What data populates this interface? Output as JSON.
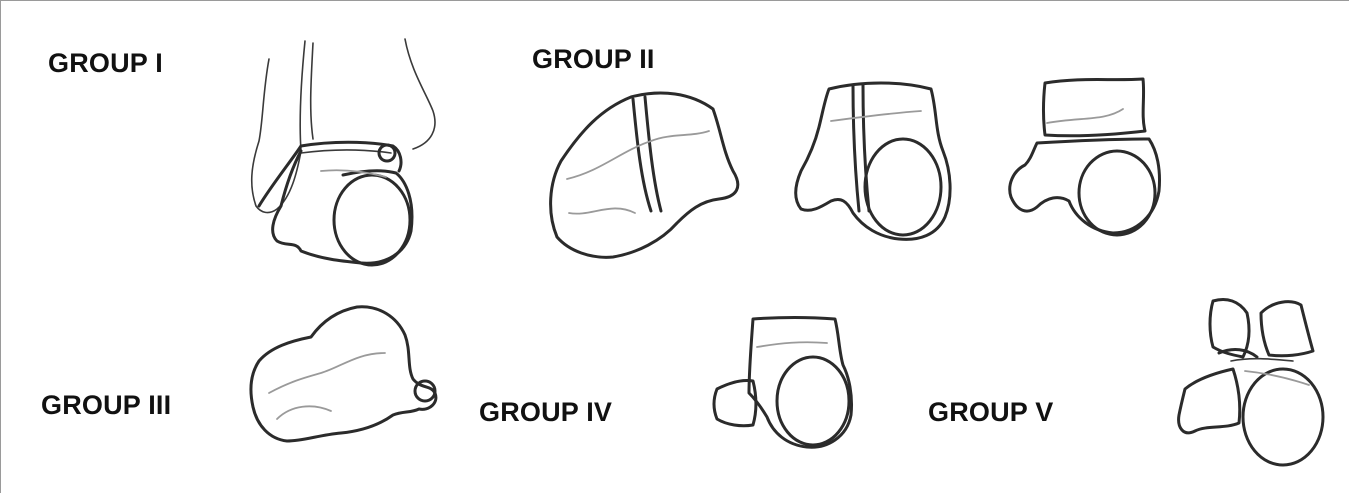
{
  "groups": [
    {
      "label": "GROUP I"
    },
    {
      "label": "GROUP II"
    },
    {
      "label": "GROUP III"
    },
    {
      "label": "GROUP IV"
    },
    {
      "label": "GROUP V"
    }
  ]
}
